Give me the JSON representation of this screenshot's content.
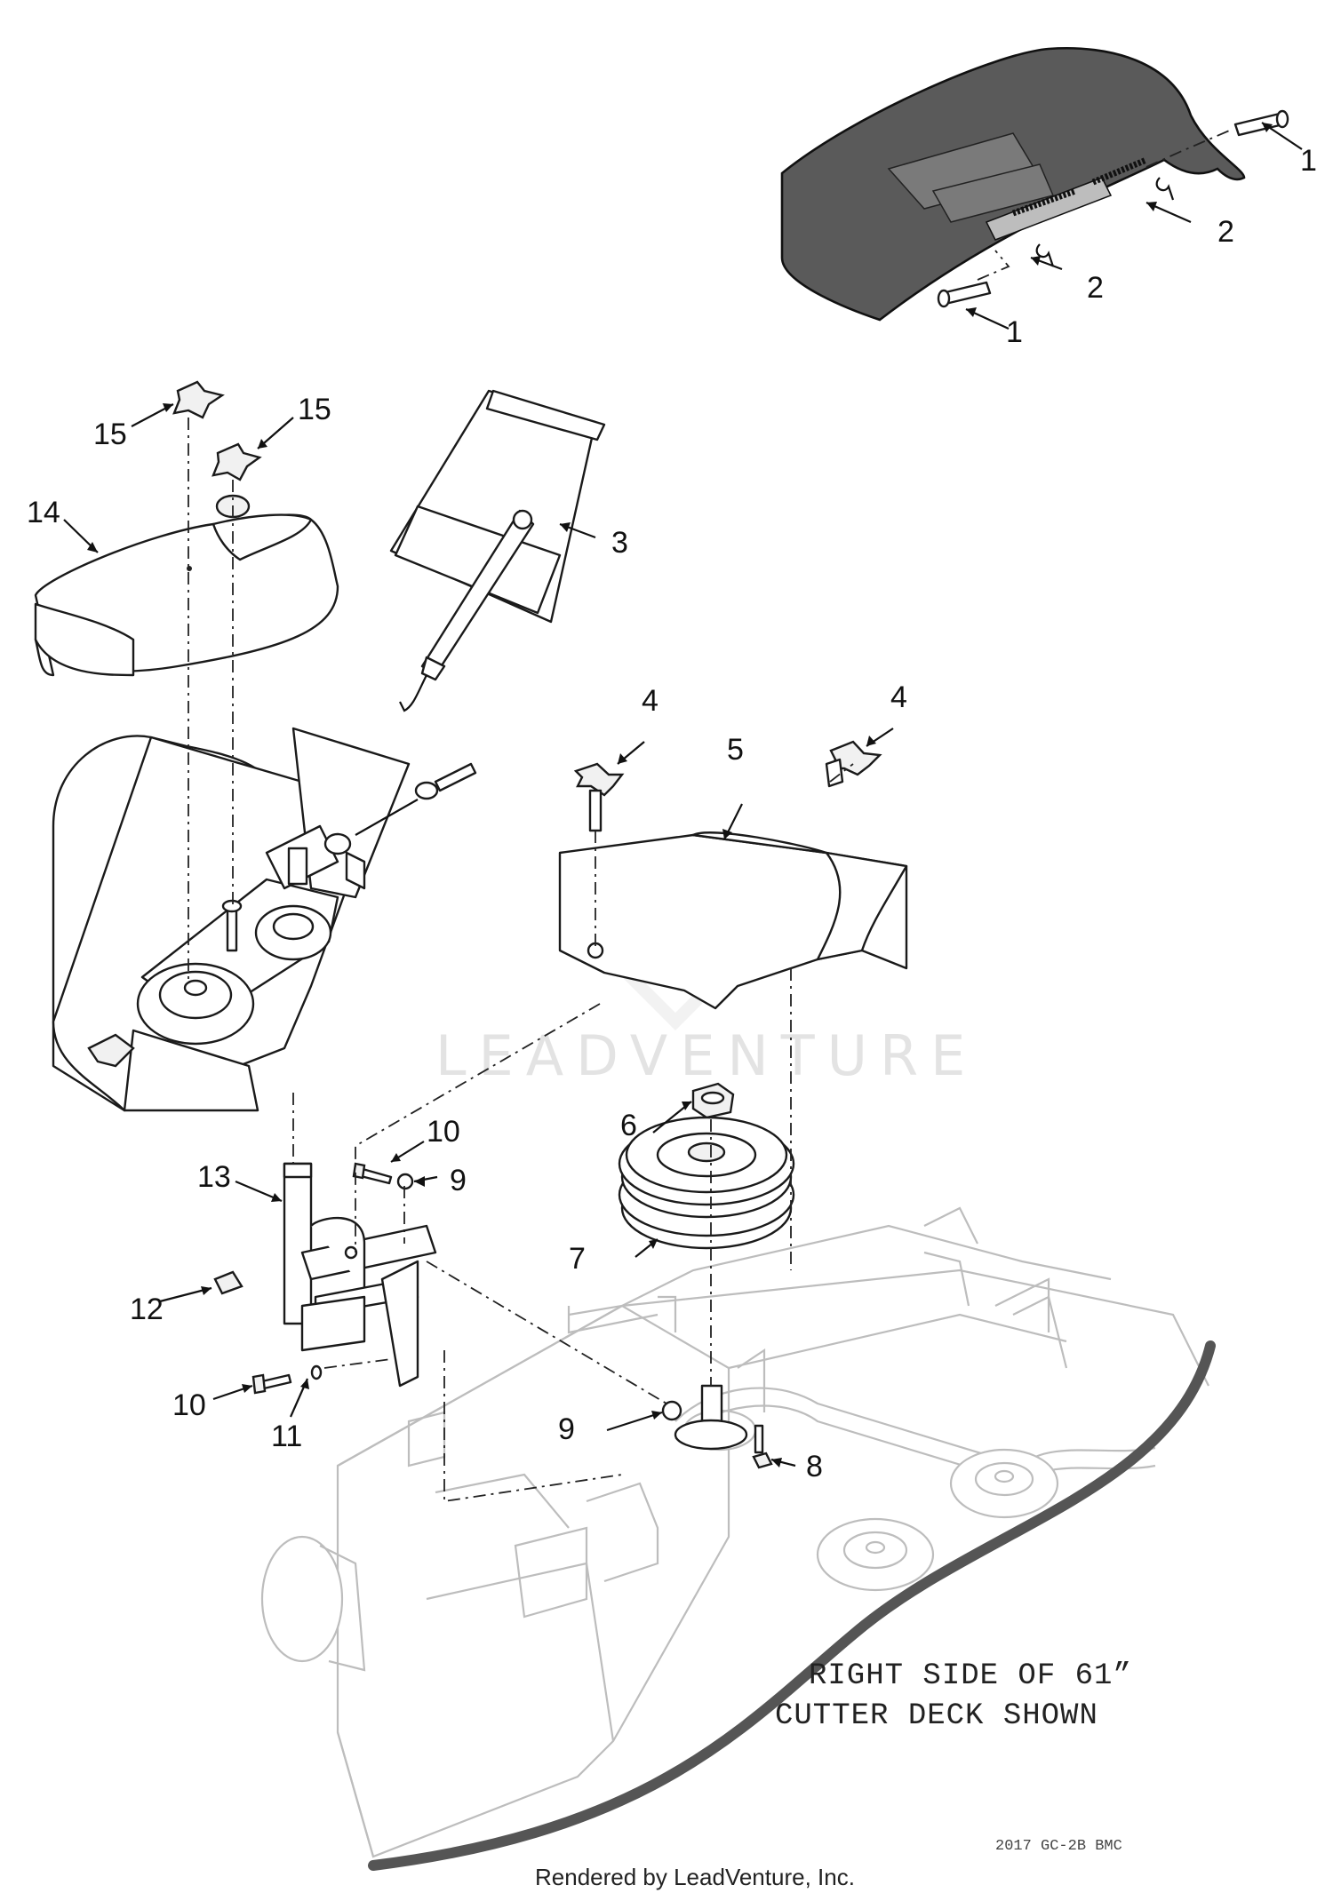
{
  "diagram": {
    "callouts": [
      {
        "id": "c1a",
        "label": "1"
      },
      {
        "id": "c1b",
        "label": "1"
      },
      {
        "id": "c2a",
        "label": "2"
      },
      {
        "id": "c2b",
        "label": "2"
      },
      {
        "id": "c3",
        "label": "3"
      },
      {
        "id": "c4a",
        "label": "4"
      },
      {
        "id": "c4b",
        "label": "4"
      },
      {
        "id": "c5",
        "label": "5"
      },
      {
        "id": "c6",
        "label": "6"
      },
      {
        "id": "c7",
        "label": "7"
      },
      {
        "id": "c8",
        "label": "8"
      },
      {
        "id": "c9a",
        "label": "9"
      },
      {
        "id": "c9b",
        "label": "9"
      },
      {
        "id": "c10a",
        "label": "10"
      },
      {
        "id": "c10b",
        "label": "10"
      },
      {
        "id": "c11",
        "label": "11"
      },
      {
        "id": "c12",
        "label": "12"
      },
      {
        "id": "c13",
        "label": "13"
      },
      {
        "id": "c14",
        "label": "14"
      },
      {
        "id": "c15a",
        "label": "15"
      },
      {
        "id": "c15b",
        "label": "15"
      }
    ],
    "note_line1": "RIGHT SIDE OF 61”",
    "note_line2": "CUTTER DECK SHOWN",
    "drawing_code": "2017 GC-2B BMC",
    "watermark": "LEADVENTURE",
    "footer": "Rendered by LeadVenture, Inc."
  }
}
